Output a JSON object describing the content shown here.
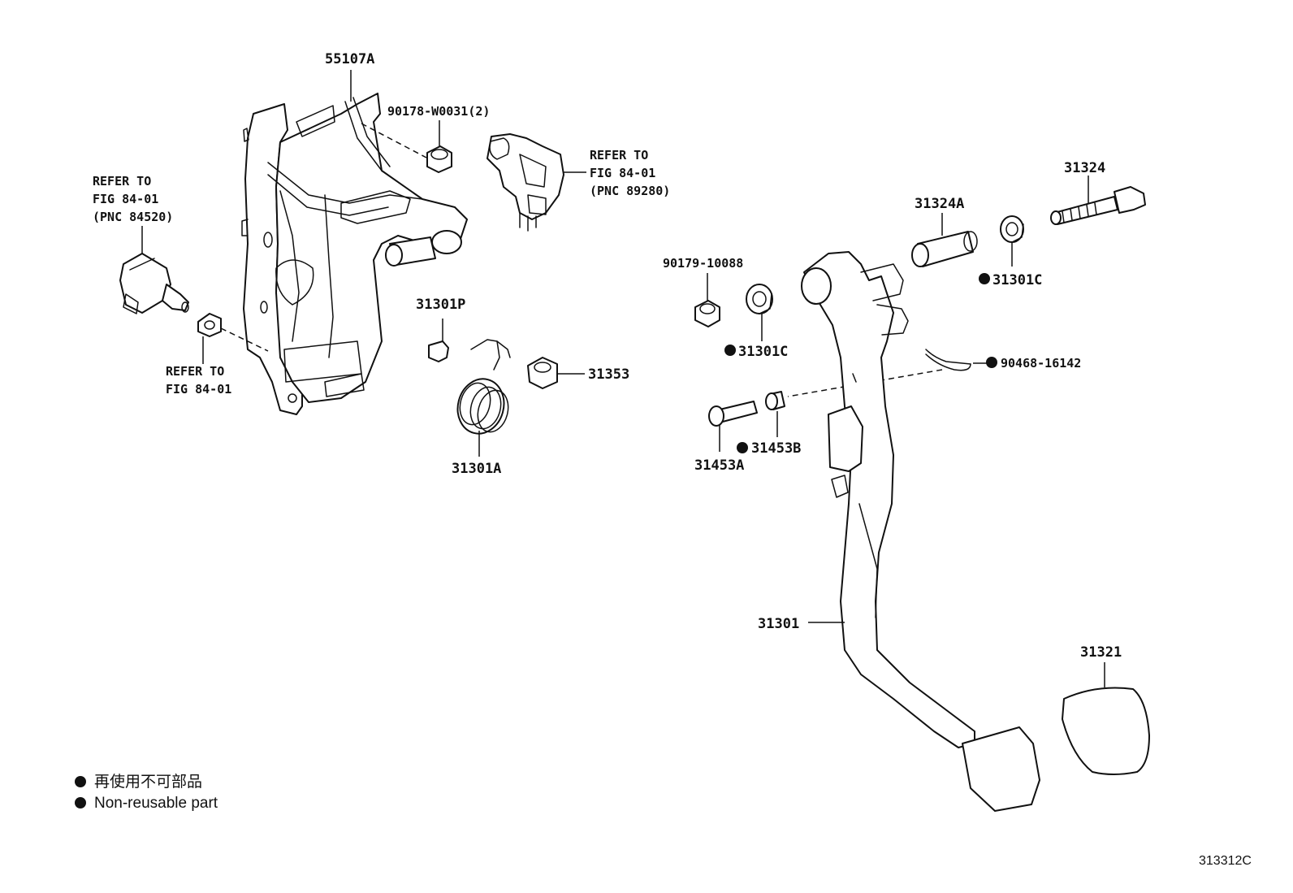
{
  "labels": {
    "bracket": "55107A",
    "clip_nut": "90178-W0031(2)",
    "refer_right_1": "REFER TO",
    "refer_right_2": "FIG 84-01",
    "refer_right_3": "(PNC 89280)",
    "refer_left_1": "REFER TO",
    "refer_left_2": "FIG 84-01",
    "refer_left_3": "(PNC 84520)",
    "refer_nut_1": "REFER TO",
    "refer_nut_2": "FIG 84-01",
    "spring_clip": "31301P",
    "spring": "31301A",
    "stopper": "31353",
    "nut_90179": "90179-10088",
    "bushing_left": "31301C",
    "collar": "31324A",
    "bolt": "31324",
    "bushing_right": "31301C",
    "snap_pin": "90468-16142",
    "clevis_pin": "31453A",
    "pin_bushing": "31453B",
    "pedal_lever": "31301",
    "pedal_pad": "31321"
  },
  "legend": {
    "jp_text": "再使用不可部品",
    "en_text": "Non-reusable part"
  },
  "figure_code": "313312C"
}
